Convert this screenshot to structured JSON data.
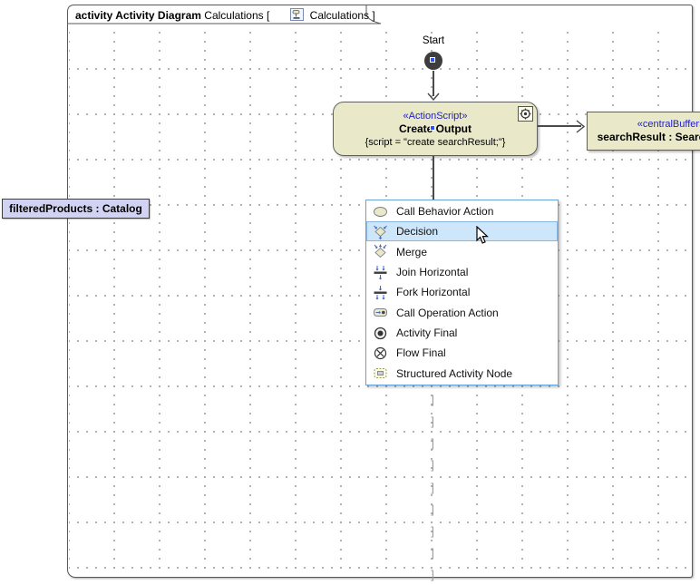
{
  "frame": {
    "header_bold": "activity Activity Diagram",
    "header_name": " Calculations [",
    "header_ref": " Calculations ]",
    "header_icon": "activity-diagram-icon"
  },
  "canvas": {
    "start_node": {
      "label": "Start"
    },
    "action_node": {
      "stereotype": "«ActionScript»",
      "name": "Create Output",
      "script": "{script = \"create searchResult;\"}",
      "corner_icon": "action-script-gear-icon"
    },
    "central_buffer_node": {
      "stereotype": "«centralBuffer»",
      "name": "searchResult : SearchResult"
    },
    "object_node_label": {
      "name": "filteredProducts : Catalog"
    },
    "flow_artifact": {
      "glyph": "]",
      "count": 9
    }
  },
  "menu": {
    "items": [
      {
        "label": "Call Behavior Action",
        "icon": "call-behavior-action-icon",
        "selected": false
      },
      {
        "label": "Decision",
        "icon": "decision-icon",
        "selected": true
      },
      {
        "label": "Merge",
        "icon": "merge-icon",
        "selected": false
      },
      {
        "label": "Join Horizontal",
        "icon": "join-horizontal-icon",
        "selected": false
      },
      {
        "label": "Fork Horizontal",
        "icon": "fork-horizontal-icon",
        "selected": false
      },
      {
        "label": "Call Operation Action",
        "icon": "call-operation-action-icon",
        "selected": false
      },
      {
        "label": "Activity Final",
        "icon": "activity-final-icon",
        "selected": false
      },
      {
        "label": "Flow Final",
        "icon": "flow-final-icon",
        "selected": false
      },
      {
        "label": "Structured Activity Node",
        "icon": "structured-activity-node-icon",
        "selected": false
      }
    ]
  },
  "colors": {
    "node_fill": "#e9e9c9",
    "node_border": "#5f5f5f",
    "stereotype_text": "#2121c8",
    "object_label_fill": "#d2d2f2",
    "menu_border": "#66a3da",
    "menu_highlight_fill": "#cde6f9",
    "menu_highlight_border": "#86b7e4",
    "grid_dot": "#a9a9a9",
    "flow_line": "#4a4a4a",
    "anchor_blue": "#2e4fff"
  }
}
